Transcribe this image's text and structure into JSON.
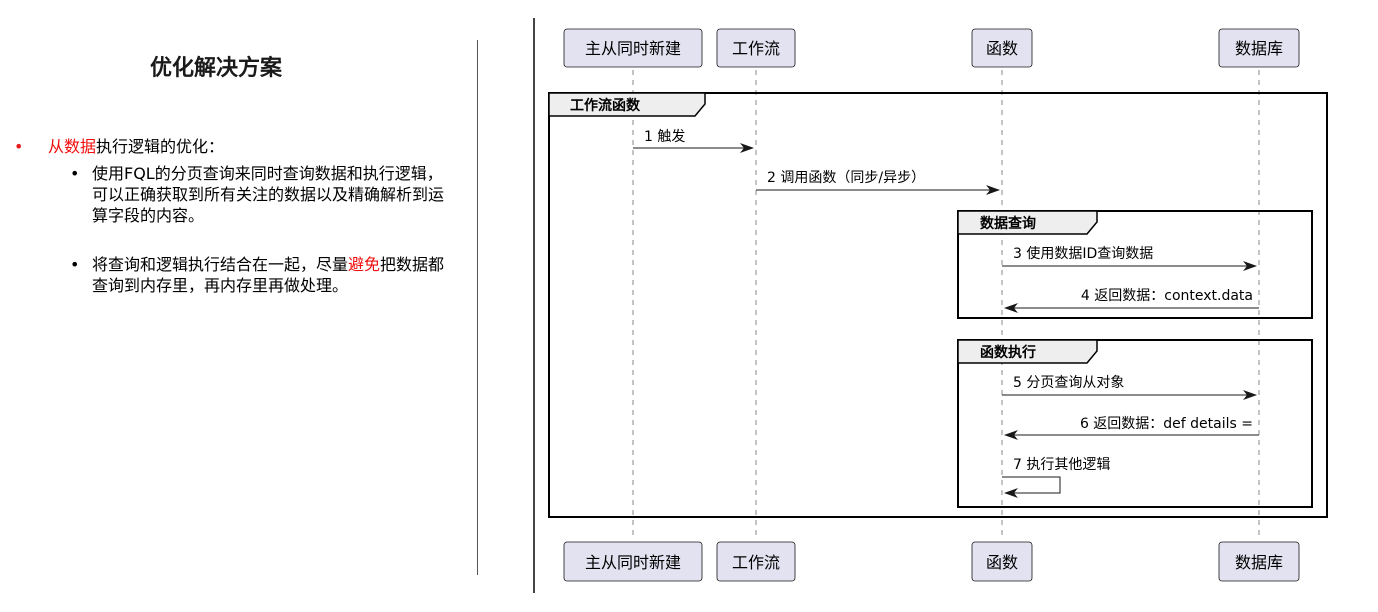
{
  "slide": {
    "title": "优化解决方案",
    "bullet1": {
      "highlight": "从数据",
      "rest": "执行逻辑的优化："
    },
    "sub1": "使用FQL的分页查询来同时查询数据和执行逻辑，可以正确获取到所有关注的数据以及精确解析到运算字段的内容。",
    "sub2": {
      "before": "将查询和逻辑执行结合在一起，尽量",
      "highlight": "避免",
      "after": "把数据都查询到内存里，再内存里再做处理。"
    },
    "bullet_dot": "•",
    "sub_dot": "•"
  },
  "diagram": {
    "participants": [
      "主从同时新建",
      "工作流",
      "函数",
      "数据库"
    ],
    "frames": [
      "工作流函数",
      "数据查询",
      "函数执行"
    ],
    "messages": [
      "1 触发",
      "2 调用函数（同步/异步）",
      "3 使用数据ID查询数据",
      "4 返回数据：context.data",
      "5 分页查询从对象",
      "6 返回数据：def details =",
      "7 执行其他逻辑"
    ]
  },
  "colors": {
    "highlight": "#f20d0d",
    "participant_fill": "#e2e2f0",
    "frame_tab_fill": "#eeeeee"
  }
}
